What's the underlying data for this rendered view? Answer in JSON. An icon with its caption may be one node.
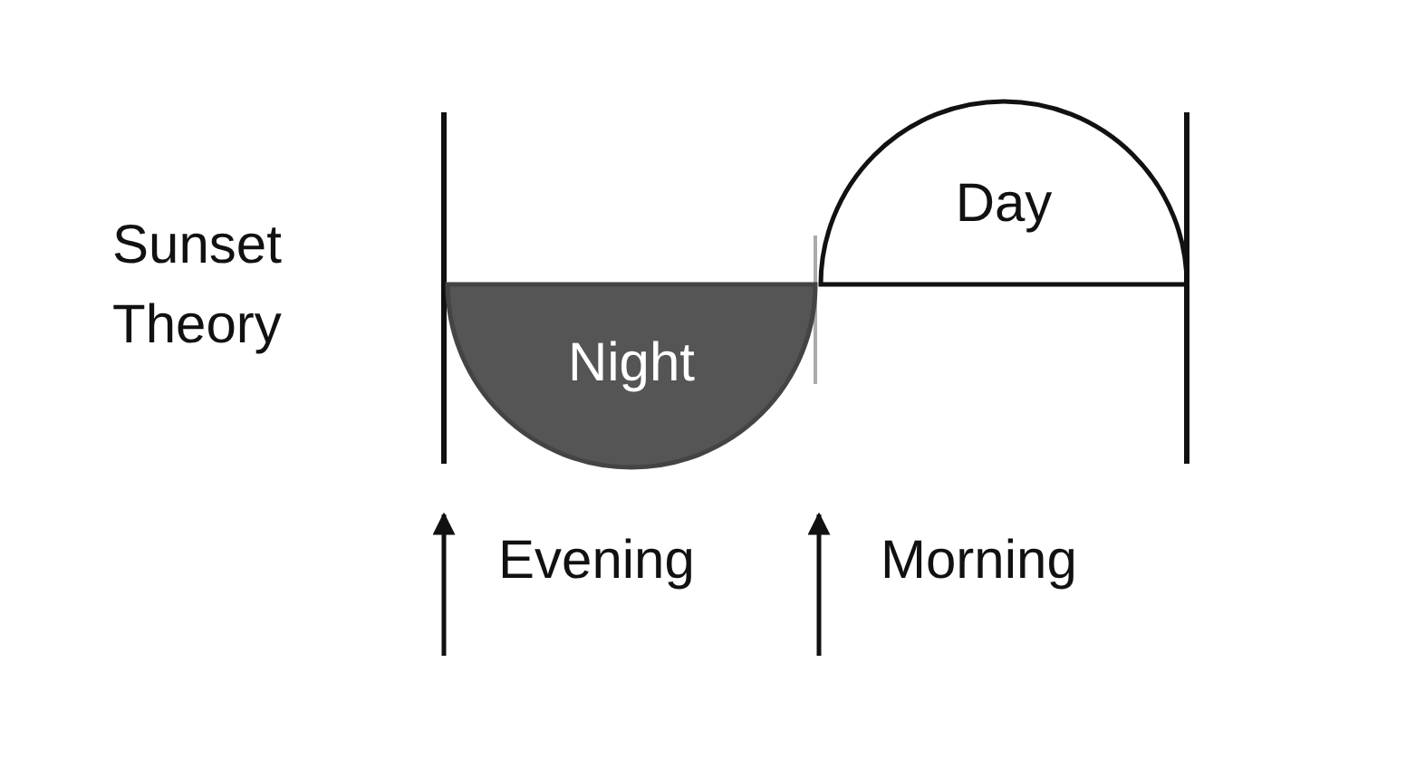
{
  "diagram": {
    "nodes": [
      {
        "text": [
          "Night"
        ]
      },
      {
        "text": [
          "Day"
        ]
      }
    ],
    "labels": [
      "Sunset Theory",
      "Evening",
      "Morning"
    ]
  }
}
